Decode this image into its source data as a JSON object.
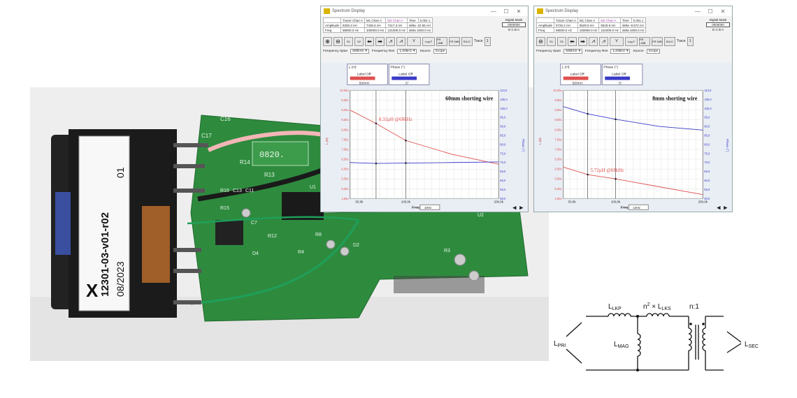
{
  "photo": {
    "label_line1": "12301-03-v01-r02",
    "label_line2": "08/2023",
    "label_line3": "01",
    "display_digits": "0820.",
    "silkscreen": [
      "C17",
      "C16",
      "R14",
      "R13",
      "R16",
      "C13",
      "C11",
      "R15",
      "R12",
      "C7",
      "D4",
      "R4",
      "R8",
      "D2",
      "R3",
      "U2",
      "U1"
    ]
  },
  "windows": [
    {
      "title": "Spectrum Display",
      "measurements": {
        "headers": [
          "",
          "Tracer Chan A",
          "M1 Chan A",
          "M2 Chan A",
          "Time"
        ],
        "amplitude": [
          "Amplitude",
          "8326.3 nH",
          "7436.6 nH",
          "7417.3 nH",
          "delta -22.55 nH"
        ],
        "freq": [
          "Freq",
          "68000.0 Hz",
          "100000.0 Hz",
          "101000.0 Hz",
          "delta 1000.0 Hz"
        ],
        "time": "0.001 s"
      },
      "digital_mask": {
        "label": "Digital Mask",
        "value": "0000000",
        "channels": "D C B A"
      },
      "toolbar": {
        "s1": "S1",
        "s2": "S2",
        "v_label": "V",
        "log_f": "Log F",
        "fr_3db": "FR -3dB",
        "fr_0db": "FR 0dB",
        "rlc": "R/L/C",
        "trace": "Trace",
        "trace_num": "1"
      },
      "controls": {
        "span_label": "Frequency Span",
        "span_value": "500kHz",
        "res_label": "Frequency Res",
        "res_value": "1,00kHz",
        "source_label": "Source",
        "source_value": "Scope"
      },
      "legend": {
        "left_unit": "L (H)",
        "right_unit": "Phase (°)",
        "label_off": "Label Off",
        "left_scale": "500nH",
        "right_scale": "5°"
      },
      "annotation": "60mm shorting wire",
      "marker_text": "8.32µH @68kHz",
      "freq_label": "Freq",
      "freq_value": "10Hz",
      "yleft_title": "L (H)",
      "yright_title": "Phase (°)"
    },
    {
      "title": "Spectrum Display",
      "measurements": {
        "headers": [
          "",
          "Tracer Chan A",
          "M1 Chan A",
          "M2 Chan A",
          "Time"
        ],
        "amplitude": [
          "Amplitude",
          "5726.2 nH",
          "5529.5 nH",
          "5519.9 nH",
          "delta -9.572 nH"
        ],
        "freq": [
          "Freq",
          "68000.0 Hz",
          "100000.0 Hz",
          "101000.0 Hz",
          "delta 1000.0 Hz"
        ],
        "time": "0.001 s"
      },
      "digital_mask": {
        "label": "Digital Mask",
        "value": "0000000",
        "channels": "D C B A"
      },
      "toolbar": {
        "s1": "S1",
        "s2": "S2",
        "v_label": "V",
        "log_f": "Log F",
        "fr_3db": "FR -3dB",
        "fr_0db": "FR 0dB",
        "rlc": "R/L/C",
        "trace": "Trace",
        "trace_num": "1"
      },
      "controls": {
        "span_label": "Frequency Span",
        "span_value": "500kHz",
        "res_label": "Frequency Res",
        "res_value": "1,00kHz",
        "source_label": "Source",
        "source_value": "Scope"
      },
      "legend": {
        "left_unit": "L (H)",
        "right_unit": "Phase (°)",
        "label_off": "Label Off",
        "left_scale": "500nH",
        "right_scale": "5°"
      },
      "annotation": "8mm shorting wire",
      "marker_text": "5.72µH @68kHz",
      "freq_label": "Freq",
      "freq_value": "10Hz",
      "yleft_title": "L (H)",
      "yright_title": "Phase (°)"
    }
  ],
  "chart_data": [
    {
      "type": "line",
      "x_unit_ticks": [
        "50,0k",
        "100,0k",
        "200,0k"
      ],
      "x_tick_values": [
        50000,
        100000,
        200000
      ],
      "xlim": [
        40000,
        200000
      ],
      "y_left_ticks": [
        "10,00u",
        "9,50u",
        "9,00u",
        "8,50u",
        "8,00u",
        "7,50u",
        "7,00u",
        "6,50u",
        "6,00u",
        "5,50u",
        "5,00u",
        "4,50u"
      ],
      "ylim_left": [
        4.5,
        10.0
      ],
      "y_right_ticks": [
        "110,0",
        "105,0",
        "100,0",
        "95,0",
        "90,0",
        "85,0",
        "80,0",
        "75,0",
        "70,0",
        "65,0",
        "60,0",
        "55,0",
        "50,0"
      ],
      "ylim_right": [
        50,
        110
      ],
      "series": [
        {
          "color": "#e05050",
          "axis": "left",
          "x": [
            40000,
            68000,
            100000,
            150000,
            200000
          ],
          "y": [
            9.0,
            8.32,
            7.45,
            6.75,
            6.25
          ]
        },
        {
          "color": "#3a3ac8",
          "axis": "right",
          "x": [
            40000,
            68000,
            100000,
            150000,
            200000
          ],
          "y": [
            70,
            69.5,
            69.7,
            70,
            70.3
          ]
        }
      ],
      "markers_x": [
        68000,
        100000
      ]
    },
    {
      "type": "line",
      "x_unit_ticks": [
        "50,0k",
        "100,0k",
        "200,0k"
      ],
      "x_tick_values": [
        50000,
        100000,
        200000
      ],
      "xlim": [
        40000,
        200000
      ],
      "y_left_ticks": [
        "10,00u",
        "9,50u",
        "9,00u",
        "8,50u",
        "8,00u",
        "7,50u",
        "7,00u",
        "6,50u",
        "6,00u",
        "5,50u",
        "5,00u",
        "4,50u"
      ],
      "ylim_left": [
        4.5,
        10.0
      ],
      "y_right_ticks": [
        "110,0",
        "105,0",
        "100,0",
        "95,0",
        "90,0",
        "85,0",
        "80,0",
        "75,0",
        "70,0",
        "65,0",
        "60,0",
        "55,0",
        "50,0"
      ],
      "ylim_right": [
        50,
        110
      ],
      "series": [
        {
          "color": "#e05050",
          "axis": "left",
          "x": [
            40000,
            68000,
            100000,
            150000,
            200000
          ],
          "y": [
            6.1,
            5.72,
            5.5,
            5.1,
            4.7
          ]
        },
        {
          "color": "#3a3ac8",
          "axis": "right",
          "x": [
            40000,
            68000,
            100000,
            150000,
            200000
          ],
          "y": [
            101,
            97,
            94,
            90,
            88
          ]
        }
      ],
      "markers_x": [
        68000,
        100000
      ]
    }
  ],
  "circuit": {
    "l_lkp": "L",
    "l_lkp_sub": "LKP",
    "n2": "n",
    "n2_sup": "2",
    "times": " × L",
    "l_lks_sub": "LKS",
    "ratio": "n:1",
    "l_pri": "L",
    "l_pri_sub": "PRI",
    "l_mag": "L",
    "l_mag_sub": "MAG",
    "l_sec": "L",
    "l_sec_sub": "SEC"
  },
  "colors": {
    "pcb": "#2e8b3e",
    "window_bg": "#f2f2f2",
    "plot_bg": "#ffffff",
    "trace_red": "#e05050",
    "trace_blue": "#3a3ac8",
    "annotation_red": "#e05050"
  }
}
